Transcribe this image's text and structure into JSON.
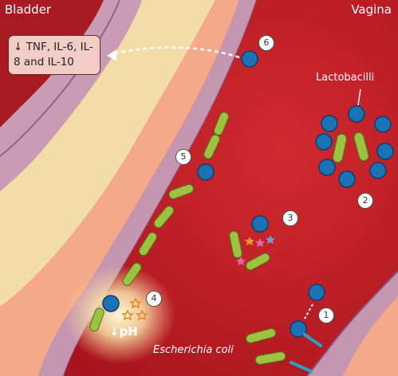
{
  "labels": {
    "bladder": "Bladder",
    "vagina": "Vagina",
    "lactobacilli": "Lactobacilli",
    "ecoli": "Escherichia coli",
    "ph": "↓pH",
    "cytokines": "↓ TNF, IL-6, IL-8 and IL-10"
  },
  "steps": [
    "1",
    "2",
    "3",
    "4",
    "5",
    "6"
  ],
  "colors": {
    "lumen_red": "#c8212a",
    "tissue_tan": "#f2dca9",
    "membrane_mauve": "#b483a6",
    "rod_green": "#9cc23f",
    "lactobacillus_blue": "#1b72b5",
    "callout_fill": "#f1cdc6"
  }
}
